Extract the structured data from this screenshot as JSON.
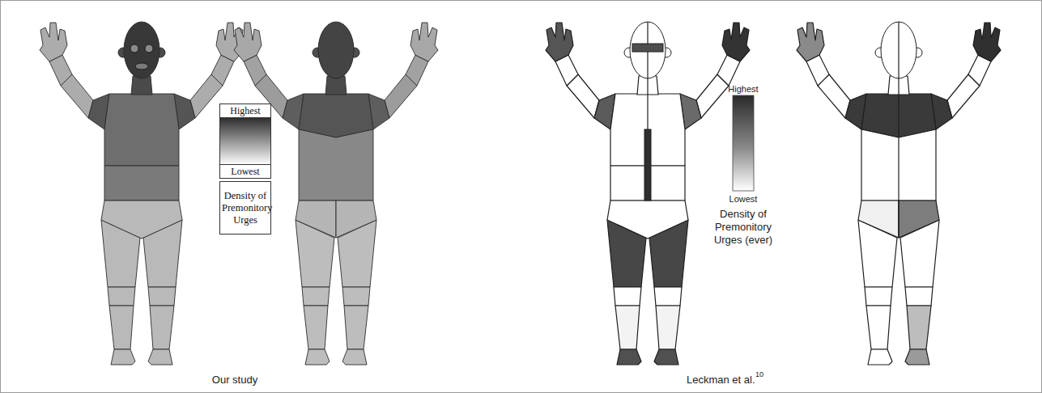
{
  "diagram": {
    "nodes": [
      {
        "text": [
          "Highest",
          "Lowest"
        ]
      },
      {
        "text": [
          "Density of Premonitory Urges"
        ]
      }
    ],
    "labels": [
      "Our study",
      "Leckman et al.",
      "10",
      "Highest",
      "Lowest",
      "Density of Premonitory Urges (ever)"
    ]
  }
}
